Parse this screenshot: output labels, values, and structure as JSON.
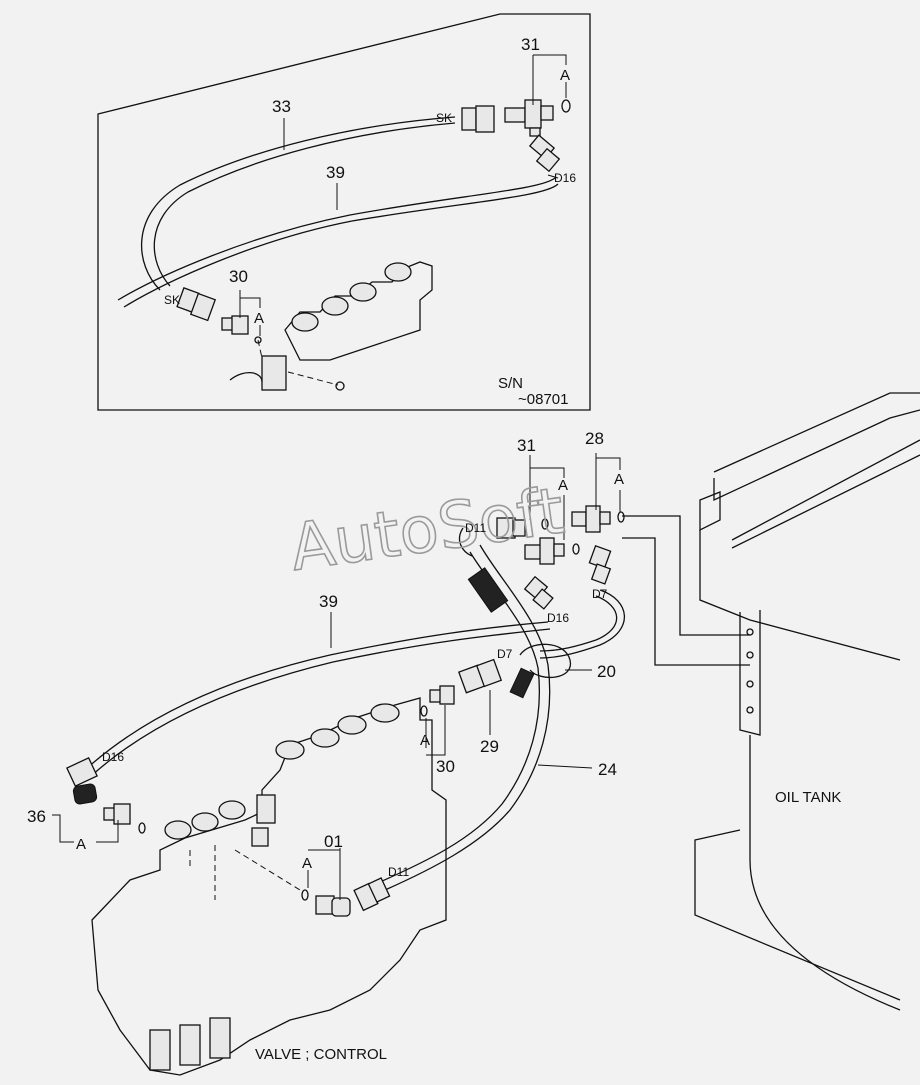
{
  "watermark": "AutoSoft",
  "inset": {
    "callout_33": "33",
    "callout_39": "39",
    "callout_31": "31",
    "callout_30": "30",
    "letter_a": "A",
    "sk": "SK",
    "d16": "D16",
    "serial_label": "S/N",
    "serial_range": "~08701"
  },
  "main": {
    "callout_39": "39",
    "callout_31": "31",
    "callout_28": "28",
    "callout_20": "20",
    "callout_29": "29",
    "callout_30": "30",
    "callout_24": "24",
    "callout_36": "36",
    "callout_01": "01",
    "letter_a": "A",
    "d11": "D11",
    "d16": "D16",
    "d7": "D7",
    "oil_tank": "OIL TANK",
    "valve_control": "VALVE ; CONTROL"
  }
}
